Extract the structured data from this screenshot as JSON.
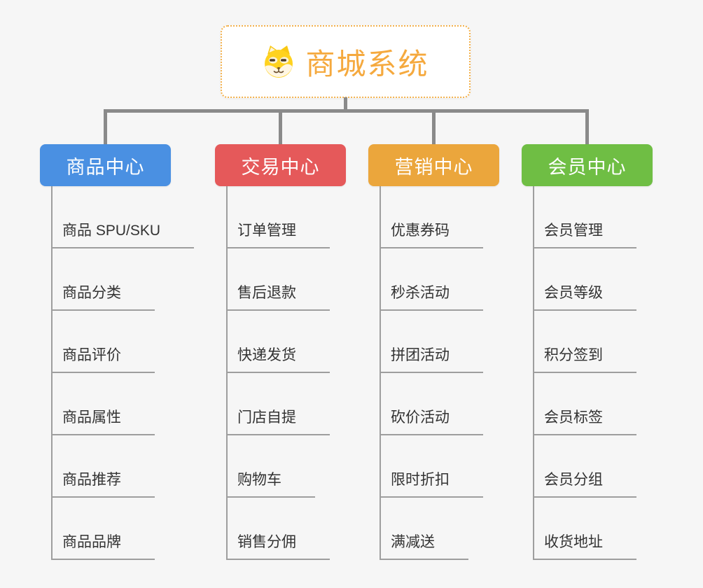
{
  "root": {
    "title": "商城系统",
    "icon": "dog-face-icon",
    "border_color": "#F3B14C",
    "title_color": "#F5A93E"
  },
  "connector_color": "#8A8A8A",
  "leaf_line_color": "#9E9E9E",
  "leaf_text_color": "#333333",
  "branches": [
    {
      "label": "商品中心",
      "color": "#4A90E2",
      "items": [
        "商品 SPU/SKU",
        "商品分类",
        "商品评价",
        "商品属性",
        "商品推荐",
        "商品品牌"
      ]
    },
    {
      "label": "交易中心",
      "color": "#E5595A",
      "items": [
        "订单管理",
        "售后退款",
        "快递发货",
        "门店自提",
        "购物车",
        "销售分佣"
      ]
    },
    {
      "label": "营销中心",
      "color": "#EBA63C",
      "items": [
        "优惠券码",
        "秒杀活动",
        "拼团活动",
        "砍价活动",
        "限时折扣",
        "满减送"
      ]
    },
    {
      "label": "会员中心",
      "color": "#6FBE44",
      "items": [
        "会员管理",
        "会员等级",
        "积分签到",
        "会员标签",
        "会员分组",
        "收货地址"
      ]
    }
  ]
}
